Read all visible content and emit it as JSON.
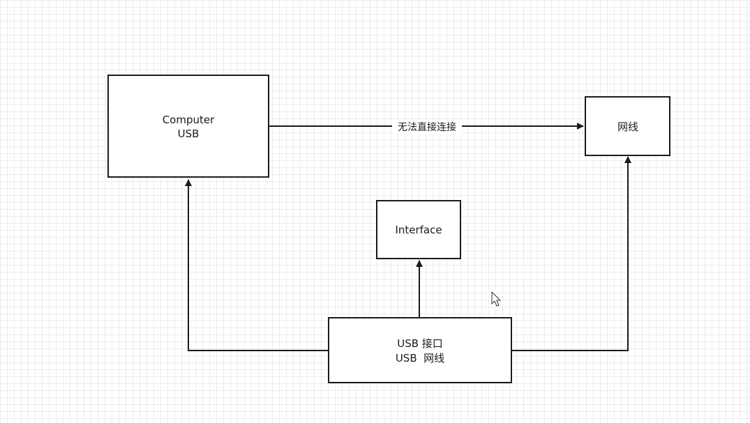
{
  "nodes": {
    "computer": {
      "line1": "Computer",
      "line2": "USB"
    },
    "network": {
      "label": "网线"
    },
    "interface": {
      "label": "Interface"
    },
    "usb_adapter": {
      "line1": "USB 接口",
      "line2": "USB  网线"
    }
  },
  "edges": {
    "computer_to_network": {
      "label": "无法直接连接"
    }
  },
  "colors": {
    "stroke": "#1a1a1a",
    "grid": "#ececec",
    "background": "#ffffff"
  }
}
